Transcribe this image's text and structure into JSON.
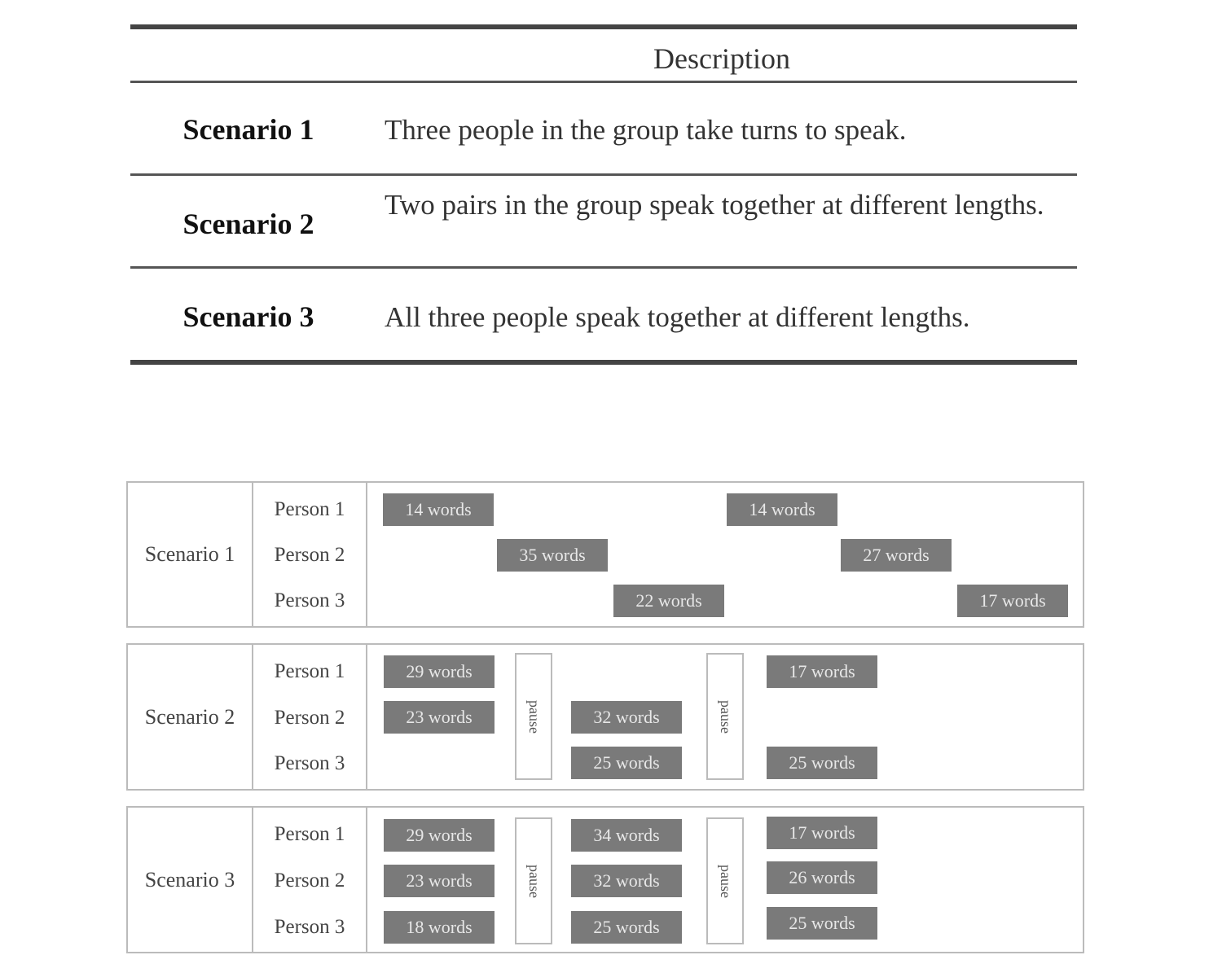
{
  "table": {
    "header": "Description",
    "rows": [
      {
        "label": "Scenario 1",
        "desc": "Three people in the group take turns to speak."
      },
      {
        "label": "Scenario 2",
        "desc": "Two pairs in the group speak together at different lengths."
      },
      {
        "label": "Scenario 3",
        "desc": "All three people speak together at different lengths."
      }
    ]
  },
  "timelines": [
    {
      "scenario": "Scenario 1",
      "persons": [
        "Person 1",
        "Person 2",
        "Person 3"
      ],
      "blocks": [
        "14 words",
        "14 words",
        "35 words",
        "27 words",
        "22 words",
        "17 words"
      ]
    },
    {
      "scenario": "Scenario 2",
      "persons": [
        "Person 1",
        "Person 2",
        "Person 3"
      ],
      "pause": "pause",
      "blocks": [
        "29 words",
        "23 words",
        "32 words",
        "25 words",
        "17 words",
        "25 words"
      ]
    },
    {
      "scenario": "Scenario 3",
      "persons": [
        "Person 1",
        "Person 2",
        "Person 3"
      ],
      "pause": "pause",
      "blocks": [
        "29 words",
        "23 words",
        "18 words",
        "34 words",
        "32 words",
        "25 words",
        "17 words",
        "26 words",
        "25 words"
      ]
    }
  ]
}
